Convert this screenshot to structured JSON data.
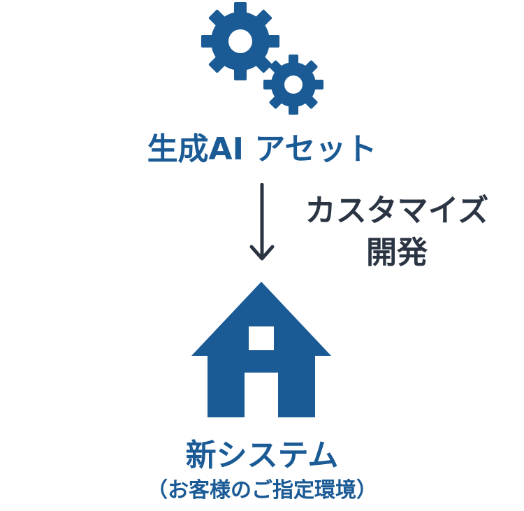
{
  "colors": {
    "primary_blue": "#1a5a95",
    "dark_text": "#2a3442",
    "background": "#ffffff"
  },
  "diagram": {
    "source": {
      "icon": "gears-icon",
      "label": "生成AI アセット"
    },
    "process": {
      "icon": "arrow-down-icon",
      "label_line1": "カスタマイズ",
      "label_line2": "開発"
    },
    "target": {
      "icon": "house-icon",
      "label": "新システム",
      "sublabel": "（お客様のご指定環境）"
    }
  }
}
